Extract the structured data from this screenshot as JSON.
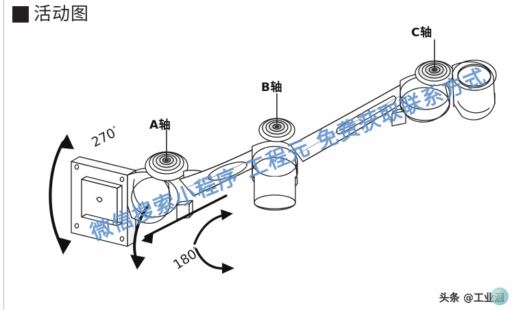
{
  "page": {
    "background_color": "#fefefe",
    "rule_color": "#b8b8b8"
  },
  "heading": {
    "bullet_icon": "filled-square-icon",
    "title": "活动图"
  },
  "diagram": {
    "subject": "articulated-robot-arm",
    "line_color": "#1a1a1a",
    "callouts": [
      {
        "id": "a",
        "label": "A轴",
        "leader": "vertical-leader-line"
      },
      {
        "id": "b",
        "label": "B轴",
        "leader": "vertical-leader-line"
      },
      {
        "id": "c",
        "label": "C轴",
        "leader": "vertical-leader-line"
      }
    ],
    "angles": [
      {
        "id": "deg270",
        "value": "270",
        "unit": "°",
        "arrow": "c-shaped-double-arrow"
      },
      {
        "id": "deg180",
        "value": "180",
        "unit": "°",
        "arrow": "curved-double-arrow"
      }
    ]
  },
  "watermark": {
    "text": "微信搜索小程序 工程元 免费获取联系方式",
    "color": "#5d8fc9"
  },
  "attribution": {
    "text": "头条 @工业洄",
    "badge_icon": "globe-badge-icon"
  }
}
